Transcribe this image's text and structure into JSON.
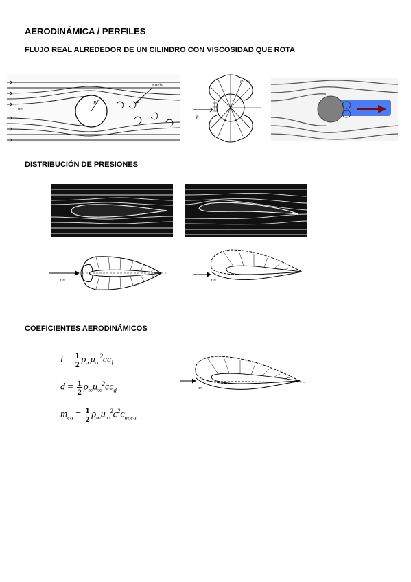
{
  "page": {
    "title": "AERODINÁMICA / PERFILES",
    "section_cylinder": "FLUJO REAL ALREDEDOR DE UN CILINDRO CON VISCOSIDAD QUE ROTA",
    "section_pressure": "DISTRIBUCIÓN DE PRESIONES",
    "section_coefficients": "COEFICIENTES AERODINÁMICOS"
  },
  "figures": {
    "cylinder_wake_label": "Estela",
    "cylinder_radius_label": "R",
    "cylinder_velocity_label": "u∞",
    "pressure_label_p": "p",
    "pressure_label_p_inf": "p − p∞",
    "airfoil_velocity_label": "u∞"
  },
  "equations": {
    "lift": {
      "lhs": "l",
      "eq": "=",
      "num": "1",
      "den": "2",
      "rhs_rho": "ρ",
      "rhs_sub": "∞",
      "u": "u",
      "u_sub": "∞",
      "u_sup": "2",
      "cc": "cc",
      "c_sub": "l"
    },
    "drag": {
      "lhs": "d",
      "eq": "=",
      "num": "1",
      "den": "2",
      "rhs_rho": "ρ",
      "rhs_sub": "∞",
      "u": "u",
      "u_sub": "∞",
      "u_sup": "2",
      "cc": "cc",
      "c_sub": "d"
    },
    "moment": {
      "lhs": "m",
      "lhs_sub": "ca",
      "eq": "=",
      "num": "1",
      "den": "2",
      "rhs_rho": "ρ",
      "rhs_sub": "∞",
      "u": "u",
      "u_sub": "∞",
      "u_sup": "2",
      "c2": "c",
      "c2_sup": "2",
      "cm": "c",
      "cm_sub": "m,ca"
    }
  }
}
